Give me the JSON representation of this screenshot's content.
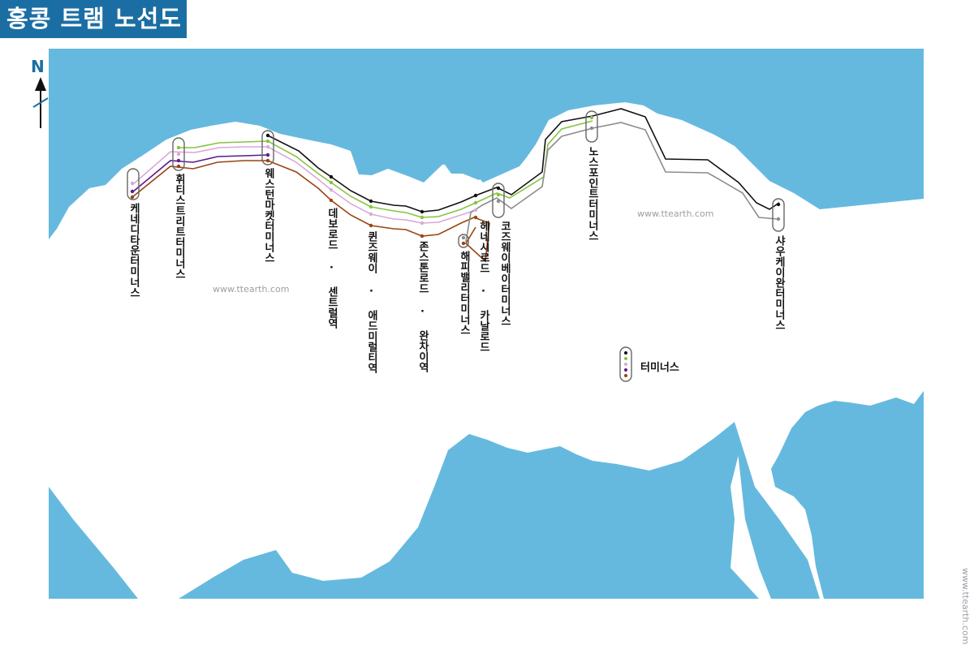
{
  "title": "홍콩 트램 노선도",
  "compass": {
    "label": "N"
  },
  "colors": {
    "water": "#66b9de",
    "land": "#ffffff",
    "title_bg": "#1b6ea3",
    "line_black": "#111111",
    "line_green": "#86c440",
    "line_pink": "#d8a9d8",
    "line_purple": "#5c1a8c",
    "line_brown": "#9a4410",
    "line_gray": "#8c8c8c"
  },
  "stations": [
    {
      "id": "kennedy-town",
      "name": "케네디타운터미너스"
    },
    {
      "id": "whitty-street",
      "name": "휘티스트리트터미너스"
    },
    {
      "id": "western-market",
      "name": "웨스턴마켓터미너스"
    },
    {
      "id": "des-voeux-central",
      "name": "데보로드 · 센트럴역"
    },
    {
      "id": "queensway-admiralty",
      "name": "퀸즈웨이 · 애드미럴티역"
    },
    {
      "id": "johnston-wanchai",
      "name": "존스톤로드 · 완차이역"
    },
    {
      "id": "happy-valley",
      "name": "해피밸리터미너스"
    },
    {
      "id": "hennessy-canal",
      "name": "헤네시로드 · 카날로드"
    },
    {
      "id": "causeway-bay",
      "name": "코즈웨이베이터미너스"
    },
    {
      "id": "north-point",
      "name": "노스포인트터미너스"
    },
    {
      "id": "shau-kei-wan",
      "name": "샤우케이완터미너스"
    }
  ],
  "legend": {
    "label": "터미너스"
  },
  "watermarks": {
    "map1": "www.ttearth.com",
    "map2": "www.ttearth.com",
    "side": "www.ttearth.com"
  }
}
